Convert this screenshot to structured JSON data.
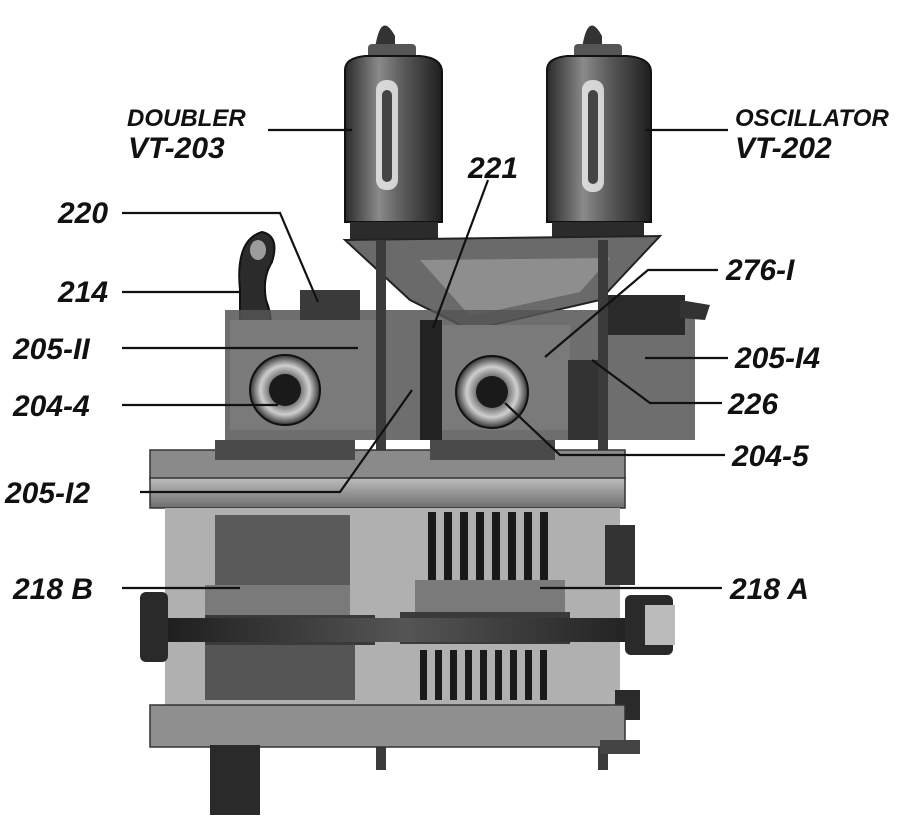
{
  "tubes": {
    "doubler": {
      "name": "DOUBLER",
      "designation": "VT-203"
    },
    "oscillator": {
      "name": "OSCILLATOR",
      "designation": "VT-202"
    }
  },
  "callouts": {
    "c221": "221",
    "c220": "220",
    "c276_1": "276-I",
    "c214": "214",
    "c205_11": "205-II",
    "c205_14": "205-I4",
    "c204_4": "204-4",
    "c226": "226",
    "c204_5": "204-5",
    "c205_12": "205-I2",
    "c218b": "218 B",
    "c218a": "218 A"
  }
}
